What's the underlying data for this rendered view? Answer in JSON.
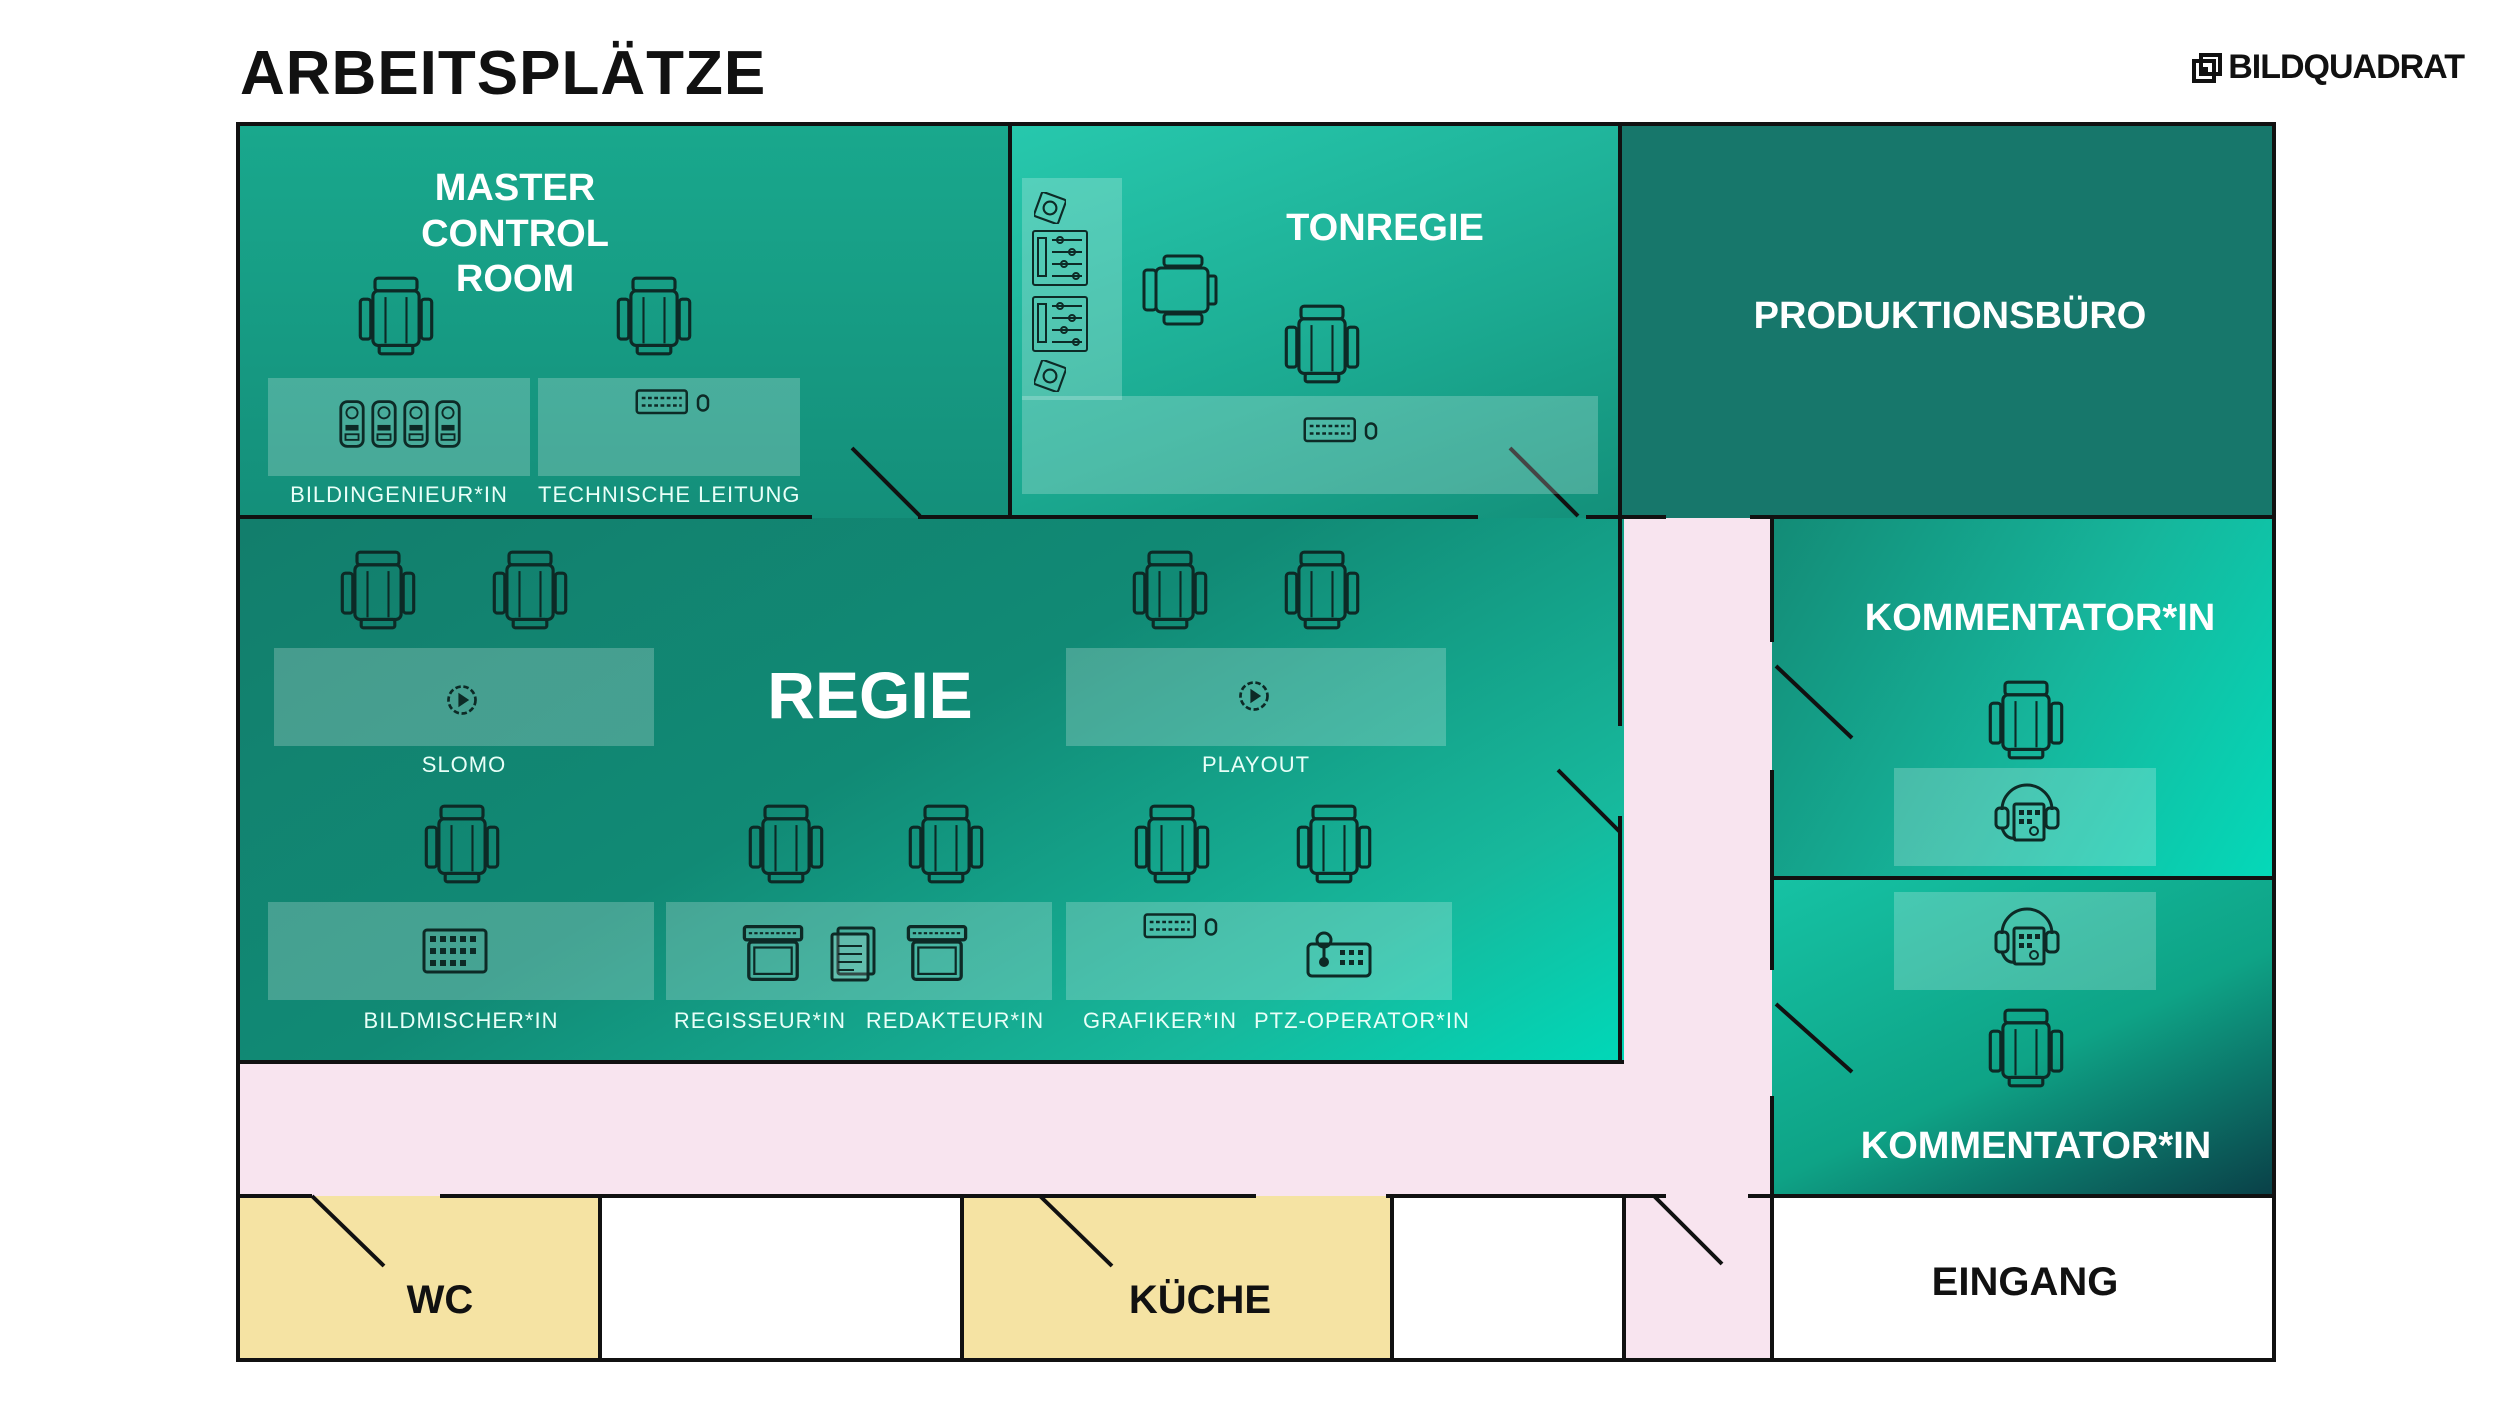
{
  "title": "ARBEITSPLÄTZE",
  "logo": {
    "text": "BILDQUADRAT",
    "icon": "bildquadrat-logo-icon"
  },
  "colors": {
    "teal_light": "#22c8a8",
    "teal_mid": "#15957f",
    "teal_dark": "#16766a",
    "corridor": "#f8e4ef",
    "utility": "#f5e3a3",
    "wall": "#111111"
  },
  "rooms": {
    "master_control": "MASTER CONTROL ROOM",
    "tonregie": "TONREGIE",
    "produktionsbuero": "PRODUKTIONSBÜRO",
    "regie": "REGIE",
    "kommentator_top": "KOMMENTATOR*IN",
    "kommentator_bottom": "KOMMENTATOR*IN",
    "wc": "WC",
    "kueche": "KÜCHE",
    "eingang": "EINGANG"
  },
  "workstations": {
    "bildingenieur": "BILDINGENIEUR*IN",
    "technische_leitung": "TECHNISCHE LEITUNG",
    "slomo": "SLOMO",
    "playout": "PLAYOUT",
    "bildmischer": "BILDMISCHER*IN",
    "regisseur": "REGISSEUR*IN",
    "redakteur": "REDAKTEUR*IN",
    "grafiker": "GRAFIKER*IN",
    "ptz_operator": "PTZ-OPERATOR*IN"
  }
}
